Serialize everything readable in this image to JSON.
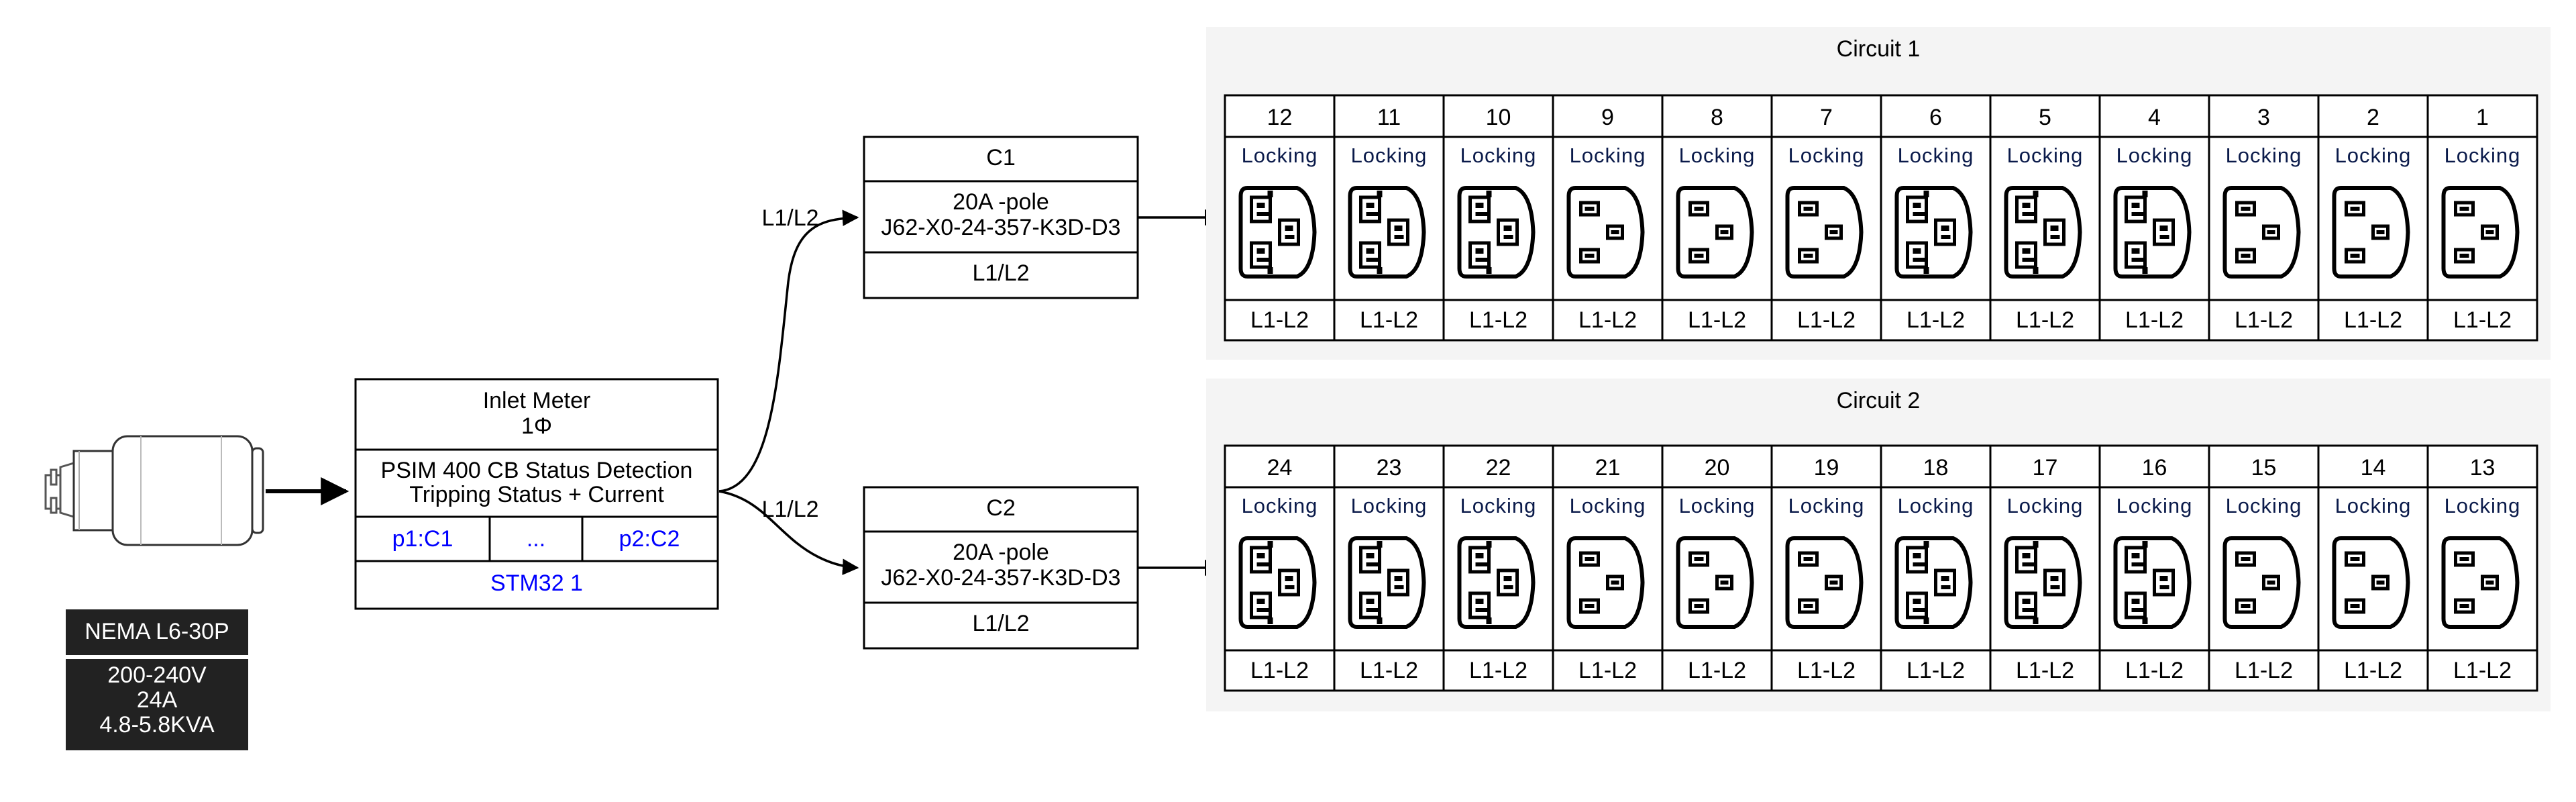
{
  "plug": {
    "name": "NEMA L6-30P",
    "voltage": "200-240V",
    "current": "24A",
    "power": "4.8-5.8KVA"
  },
  "inlet_meter": {
    "title": "Inlet Meter",
    "phase": "1Φ",
    "status_line1": "PSIM 400 CB Status Detection",
    "status_line2": "Tripping Status + Current",
    "port_left": "p1:C1",
    "port_mid": "...",
    "port_right": "p2:C2",
    "chip": "STM32 1"
  },
  "breakers": [
    {
      "title": "C1",
      "rating": "20A -pole",
      "part": "J62-X0-24-357-K3D-D3",
      "phase": "L1/L2",
      "edge_label": "L1/L2"
    },
    {
      "title": "C2",
      "rating": "20A -pole",
      "part": "J62-X0-24-357-K3D-D3",
      "phase": "L1/L2",
      "edge_label": "L1/L2"
    }
  ],
  "circuits": [
    {
      "title": "Circuit 1",
      "outlets": [
        {
          "number": "12",
          "type": "Locking",
          "phase": "L1-L2",
          "icon": "c19-outlet-icon"
        },
        {
          "number": "11",
          "type": "Locking",
          "phase": "L1-L2",
          "icon": "c19-outlet-icon"
        },
        {
          "number": "10",
          "type": "Locking",
          "phase": "L1-L2",
          "icon": "c19-outlet-icon"
        },
        {
          "number": "9",
          "type": "Locking",
          "phase": "L1-L2",
          "icon": "c13-outlet-icon"
        },
        {
          "number": "8",
          "type": "Locking",
          "phase": "L1-L2",
          "icon": "c13-outlet-icon"
        },
        {
          "number": "7",
          "type": "Locking",
          "phase": "L1-L2",
          "icon": "c13-outlet-icon"
        },
        {
          "number": "6",
          "type": "Locking",
          "phase": "L1-L2",
          "icon": "c19-outlet-icon"
        },
        {
          "number": "5",
          "type": "Locking",
          "phase": "L1-L2",
          "icon": "c19-outlet-icon"
        },
        {
          "number": "4",
          "type": "Locking",
          "phase": "L1-L2",
          "icon": "c19-outlet-icon"
        },
        {
          "number": "3",
          "type": "Locking",
          "phase": "L1-L2",
          "icon": "c13-outlet-icon"
        },
        {
          "number": "2",
          "type": "Locking",
          "phase": "L1-L2",
          "icon": "c13-outlet-icon"
        },
        {
          "number": "1",
          "type": "Locking",
          "phase": "L1-L2",
          "icon": "c13-outlet-icon"
        }
      ]
    },
    {
      "title": "Circuit 2",
      "outlets": [
        {
          "number": "24",
          "type": "Locking",
          "phase": "L1-L2",
          "icon": "c19-outlet-icon"
        },
        {
          "number": "23",
          "type": "Locking",
          "phase": "L1-L2",
          "icon": "c19-outlet-icon"
        },
        {
          "number": "22",
          "type": "Locking",
          "phase": "L1-L2",
          "icon": "c19-outlet-icon"
        },
        {
          "number": "21",
          "type": "Locking",
          "phase": "L1-L2",
          "icon": "c13-outlet-icon"
        },
        {
          "number": "20",
          "type": "Locking",
          "phase": "L1-L2",
          "icon": "c13-outlet-icon"
        },
        {
          "number": "19",
          "type": "Locking",
          "phase": "L1-L2",
          "icon": "c13-outlet-icon"
        },
        {
          "number": "18",
          "type": "Locking",
          "phase": "L1-L2",
          "icon": "c19-outlet-icon"
        },
        {
          "number": "17",
          "type": "Locking",
          "phase": "L1-L2",
          "icon": "c19-outlet-icon"
        },
        {
          "number": "16",
          "type": "Locking",
          "phase": "L1-L2",
          "icon": "c19-outlet-icon"
        },
        {
          "number": "15",
          "type": "Locking",
          "phase": "L1-L2",
          "icon": "c13-outlet-icon"
        },
        {
          "number": "14",
          "type": "Locking",
          "phase": "L1-L2",
          "icon": "c13-outlet-icon"
        },
        {
          "number": "13",
          "type": "Locking",
          "phase": "L1-L2",
          "icon": "c13-outlet-icon"
        }
      ]
    }
  ],
  "colors": {
    "cluster_bg": "#f4f4f4",
    "port_text": "#0000ff",
    "plug_label_bg": "#222222",
    "line": "#000000"
  }
}
